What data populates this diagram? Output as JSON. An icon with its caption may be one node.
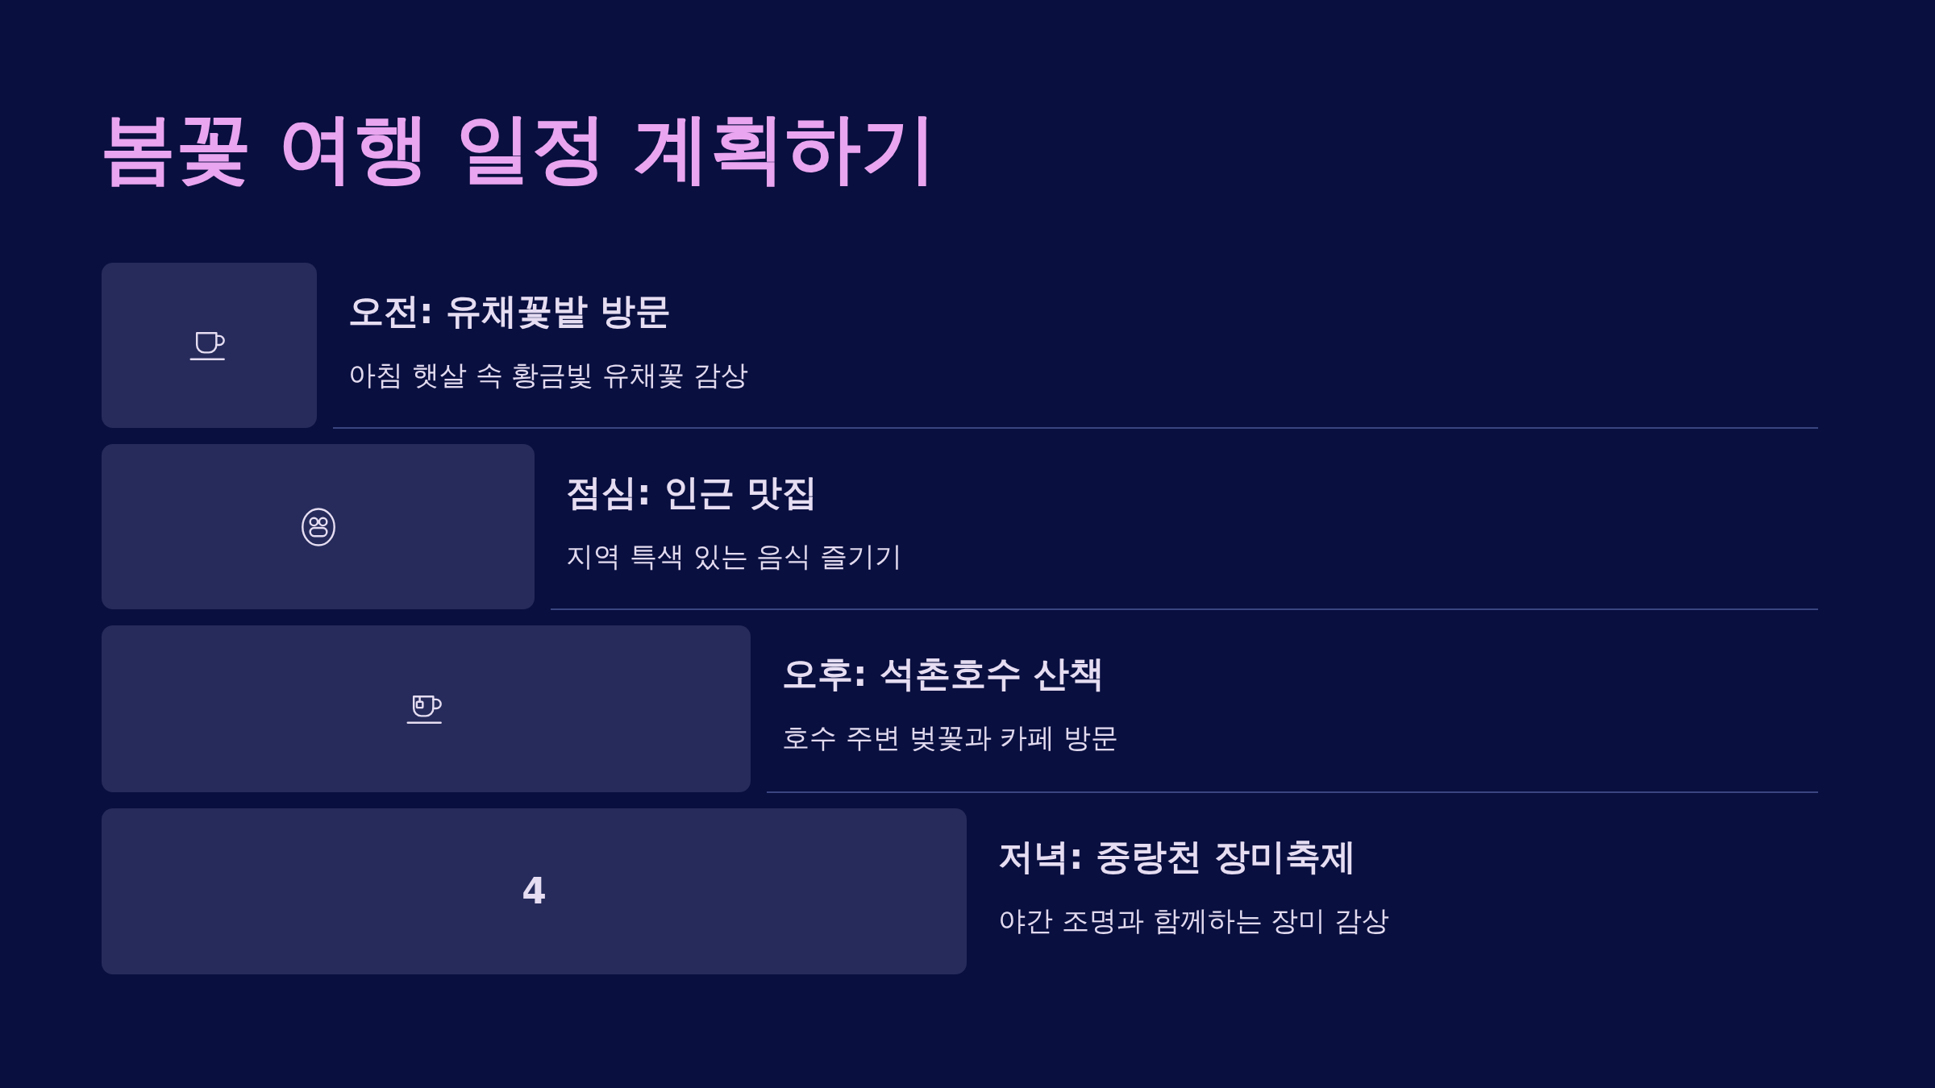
{
  "diagram": {
    "title": "봄꽃 여행 일정 계획하기",
    "nodes": [
      {
        "text": [],
        "shape": "bar",
        "beside": [
          "오전: 유채꽃밭 방문",
          "아침 햇살 속 황금빛 유채꽃 감상"
        ]
      },
      {
        "text": [],
        "shape": "bar",
        "beside": [
          "점심: 인근 맛집",
          "지역 특색 있는 음식 즐기기"
        ]
      },
      {
        "text": [],
        "shape": "bar",
        "beside": [
          "오후: 석촌호수 산책",
          "호수 주변 벚꽃과 카페 방문"
        ]
      },
      {
        "text": [
          "4"
        ],
        "beside": [
          "저녁: 중랑천 장미축제",
          "야간 조명과 함께하는 장미 감상"
        ]
      }
    ]
  }
}
